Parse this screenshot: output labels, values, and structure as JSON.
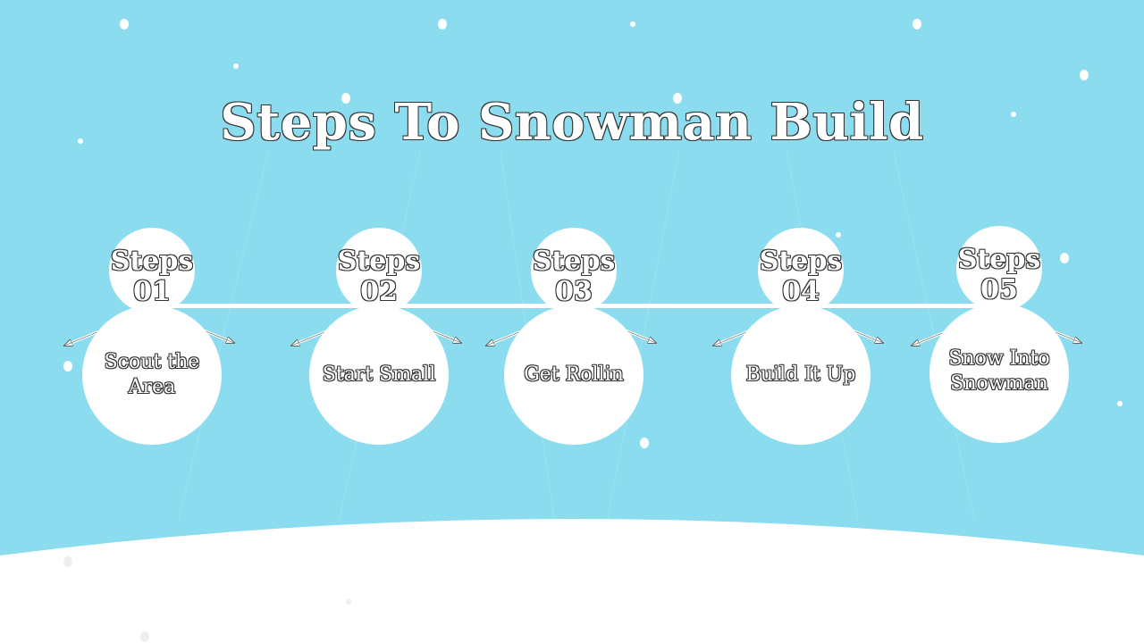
{
  "title": "Steps To Snowman Build",
  "colors": {
    "sky": "#8cdcef",
    "snow": "#ffffff",
    "outline": "#333333"
  },
  "steps": [
    {
      "label": "Steps\n01",
      "text": "Scout the Area"
    },
    {
      "label": "Steps\n02",
      "text": "Start Small"
    },
    {
      "label": "Steps\n03",
      "text": "Get Rollin"
    },
    {
      "label": "Steps\n04",
      "text": "Build It Up"
    },
    {
      "label": "Steps\n05",
      "text": "Snow Into Snowman"
    }
  ]
}
